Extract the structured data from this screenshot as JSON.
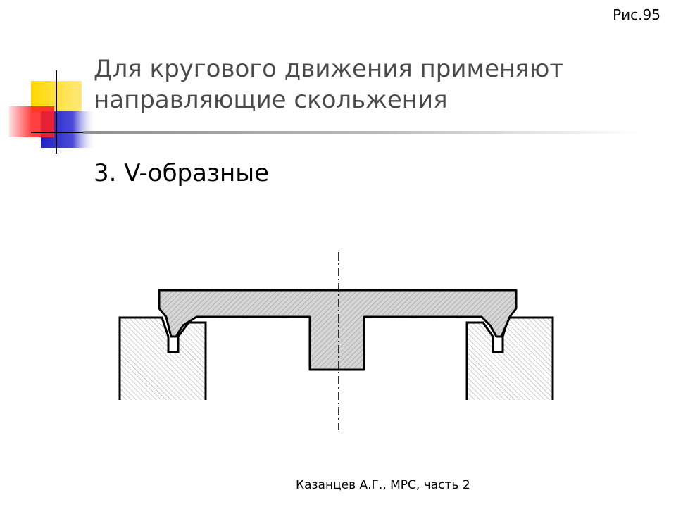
{
  "slide": {
    "figure_number": "Рис.95",
    "title_lines": [
      "Для кругового движения применяют",
      "направляющие скольжения"
    ],
    "subtitle": "3. V-образные",
    "footer": "Казанцев А.Г., МРС, часть 2"
  },
  "colors": {
    "decor_yellow": "#FFD800",
    "decor_red": "#FF2020",
    "decor_blue": "#2020C8",
    "title_text": "#4A4A4A",
    "section_fill": "#D0D0D0"
  },
  "icons": {
    "decoration": "color-squares-icon"
  }
}
